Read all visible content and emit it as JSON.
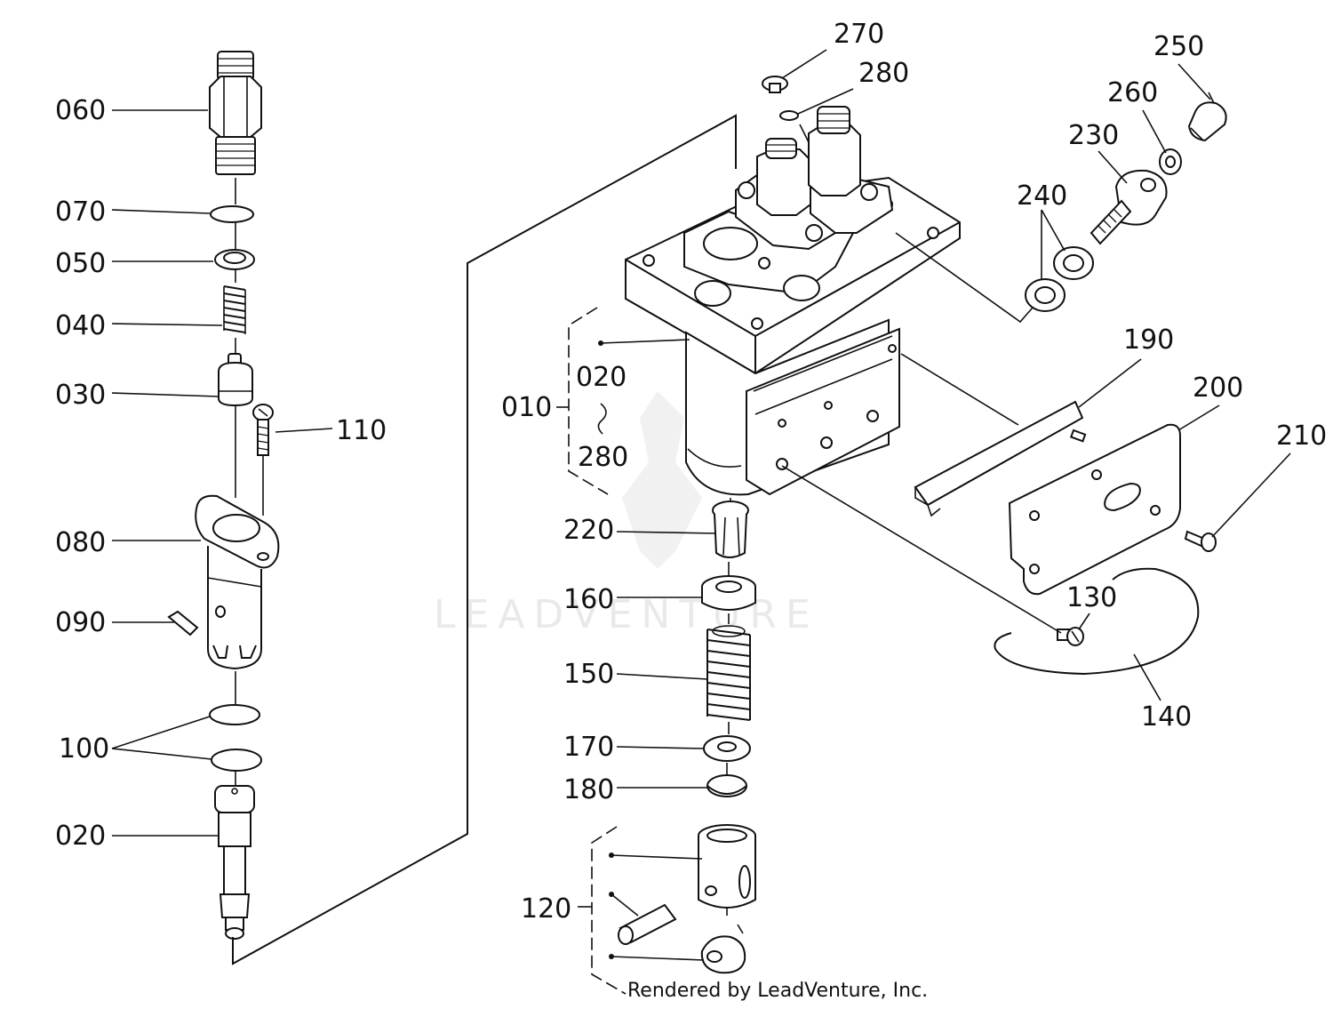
{
  "diagram": {
    "callouts": [
      {
        "id": "060",
        "text": "060"
      },
      {
        "id": "070",
        "text": "070"
      },
      {
        "id": "050",
        "text": "050"
      },
      {
        "id": "040",
        "text": "040"
      },
      {
        "id": "030",
        "text": "030"
      },
      {
        "id": "110",
        "text": "110"
      },
      {
        "id": "080",
        "text": "080"
      },
      {
        "id": "090",
        "text": "090"
      },
      {
        "id": "100",
        "text": "100"
      },
      {
        "id": "020L",
        "text": "020"
      },
      {
        "id": "010",
        "text": "010"
      },
      {
        "id": "020R",
        "text": "020"
      },
      {
        "id": "280L",
        "text": "280"
      },
      {
        "id": "220",
        "text": "220"
      },
      {
        "id": "160",
        "text": "160"
      },
      {
        "id": "150",
        "text": "150"
      },
      {
        "id": "170",
        "text": "170"
      },
      {
        "id": "180",
        "text": "180"
      },
      {
        "id": "120",
        "text": "120"
      },
      {
        "id": "270",
        "text": "270"
      },
      {
        "id": "280T",
        "text": "280"
      },
      {
        "id": "250",
        "text": "250"
      },
      {
        "id": "260",
        "text": "260"
      },
      {
        "id": "230",
        "text": "230"
      },
      {
        "id": "240",
        "text": "240"
      },
      {
        "id": "190",
        "text": "190"
      },
      {
        "id": "200",
        "text": "200"
      },
      {
        "id": "210",
        "text": "210"
      },
      {
        "id": "130",
        "text": "130"
      },
      {
        "id": "140",
        "text": "140"
      }
    ],
    "watermark": "LEADVENTURE",
    "credit": "Rendered by LeadVenture, Inc."
  }
}
